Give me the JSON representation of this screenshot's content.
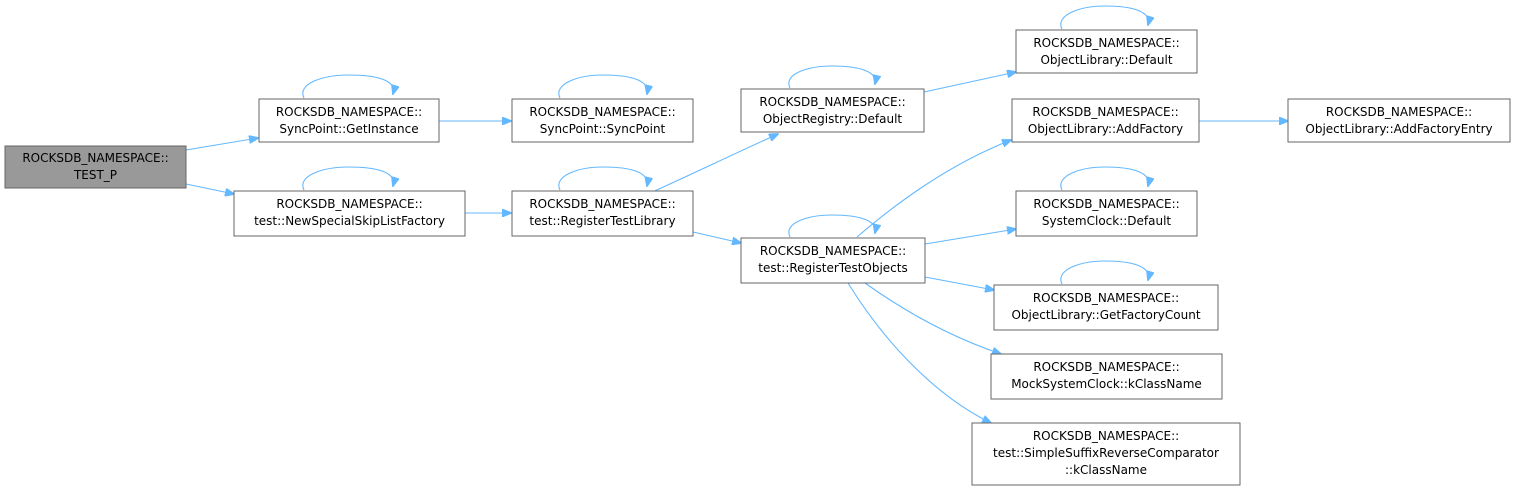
{
  "graph": {
    "nodes": {
      "test_p": {
        "lines": [
          "ROCKSDB_NAMESPACE::",
          "TEST_P"
        ]
      },
      "getinstance": {
        "lines": [
          "ROCKSDB_NAMESPACE::",
          "SyncPoint::GetInstance"
        ]
      },
      "newspecial": {
        "lines": [
          "ROCKSDB_NAMESPACE::",
          "test::NewSpecialSkipListFactory"
        ]
      },
      "syncpoint": {
        "lines": [
          "ROCKSDB_NAMESPACE::",
          "SyncPoint::SyncPoint"
        ]
      },
      "registerlib": {
        "lines": [
          "ROCKSDB_NAMESPACE::",
          "test::RegisterTestLibrary"
        ]
      },
      "objregdefault": {
        "lines": [
          "ROCKSDB_NAMESPACE::",
          "ObjectRegistry::Default"
        ]
      },
      "registerobjs": {
        "lines": [
          "ROCKSDB_NAMESPACE::",
          "test::RegisterTestObjects"
        ]
      },
      "objlibdefault": {
        "lines": [
          "ROCKSDB_NAMESPACE::",
          "ObjectLibrary::Default"
        ]
      },
      "addfactory": {
        "lines": [
          "ROCKSDB_NAMESPACE::",
          "ObjectLibrary::AddFactory"
        ]
      },
      "addfactoryentry": {
        "lines": [
          "ROCKSDB_NAMESPACE::",
          "ObjectLibrary::AddFactoryEntry"
        ]
      },
      "sysclockdefault": {
        "lines": [
          "ROCKSDB_NAMESPACE::",
          "SystemClock::Default"
        ]
      },
      "getfactorycount": {
        "lines": [
          "ROCKSDB_NAMESPACE::",
          "ObjectLibrary::GetFactoryCount"
        ]
      },
      "mockclock": {
        "lines": [
          "ROCKSDB_NAMESPACE::",
          "MockSystemClock::kClassName"
        ]
      },
      "suffixcomp": {
        "lines": [
          "ROCKSDB_NAMESPACE::",
          "test::SimpleSuffixReverseComparator",
          "::kClassName"
        ]
      }
    },
    "edges": [
      [
        "test_p",
        "getinstance"
      ],
      [
        "test_p",
        "newspecial"
      ],
      [
        "getinstance",
        "syncpoint"
      ],
      [
        "newspecial",
        "registerlib"
      ],
      [
        "registerlib",
        "objregdefault"
      ],
      [
        "registerlib",
        "registerobjs"
      ],
      [
        "objregdefault",
        "objlibdefault"
      ],
      [
        "registerobjs",
        "addfactory"
      ],
      [
        "registerobjs",
        "sysclockdefault"
      ],
      [
        "registerobjs",
        "getfactorycount"
      ],
      [
        "registerobjs",
        "mockclock"
      ],
      [
        "registerobjs",
        "suffixcomp"
      ],
      [
        "addfactory",
        "addfactoryentry"
      ]
    ],
    "self_loops": [
      "getinstance",
      "newspecial",
      "syncpoint",
      "registerlib",
      "objregdefault",
      "registerobjs",
      "objlibdefault",
      "sysclockdefault",
      "getfactorycount"
    ],
    "colors": {
      "edge": "#63b8ff",
      "root_fill": "#999999",
      "node_border": "#666666"
    }
  }
}
